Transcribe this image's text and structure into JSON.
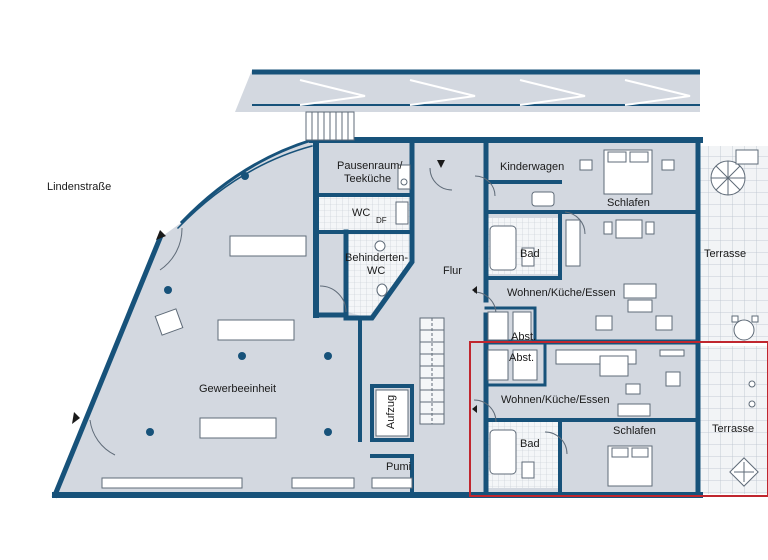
{
  "colors": {
    "wall": "#17527a",
    "floor": "#d3d8e0",
    "tile": "#f2f4f6",
    "outside": "#ffffff",
    "highlight": "#c0262e",
    "furniture": "#ffffff",
    "detail": "#5f6b78"
  },
  "labels": {
    "street": "Lindenstraße",
    "commercial_unit": "Gewerbeeinheit",
    "break_room_line1": "Pausenraum/",
    "break_room_line2": "Teeküche",
    "wc": "WC",
    "df": "DF",
    "accessible_wc_line1": "Behinderten-",
    "accessible_wc_line2": "WC",
    "hallway": "Flur",
    "elevator": "Aufzug",
    "pump_room": "Pumi",
    "stroller_room": "Kinderwagen",
    "bedroom_upper": "Schlafen",
    "bath_upper": "Bad",
    "living_upper": "Wohnen/Küche/Essen",
    "storage_upper": "Abst.",
    "terrace_upper": "Terrasse",
    "storage_lower": "Abst.",
    "living_lower": "Wohnen/Küche/Essen",
    "bath_lower": "Bad",
    "bedroom_lower": "Schlafen",
    "terrace_lower": "Terrasse"
  }
}
